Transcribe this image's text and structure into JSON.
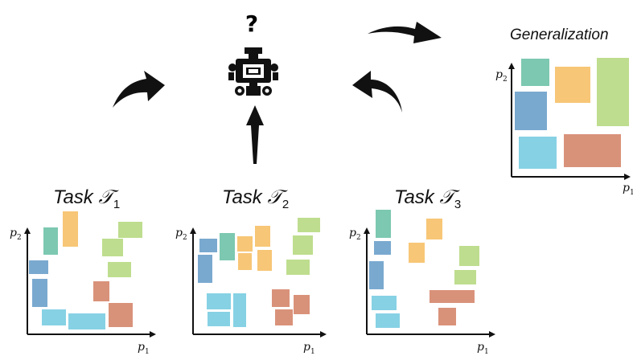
{
  "question_mark": "?",
  "generalization": {
    "title": "Generalization",
    "x_label": "p",
    "x_sub": "1",
    "y_label": "p",
    "y_sub": "2"
  },
  "tasks": [
    {
      "prefix": "Task",
      "symbol": "𝒯",
      "sub": "1",
      "x_label": "p",
      "x_sub": "1",
      "y_label": "p",
      "y_sub": "2"
    },
    {
      "prefix": "Task",
      "symbol": "𝒯",
      "sub": "2",
      "x_label": "p",
      "x_sub": "1",
      "y_label": "p",
      "y_sub": "2"
    },
    {
      "prefix": "Task",
      "symbol": "𝒯",
      "sub": "3",
      "x_label": "p",
      "x_sub": "1",
      "y_label": "p",
      "y_sub": "2"
    }
  ],
  "colors": {
    "teal": "#7cc8b0",
    "orange": "#f7c676",
    "blue": "#7aa9cf",
    "green": "#bedd8e",
    "red": "#d9927a",
    "cyan": "#86d1e4",
    "ink": "#111111"
  }
}
